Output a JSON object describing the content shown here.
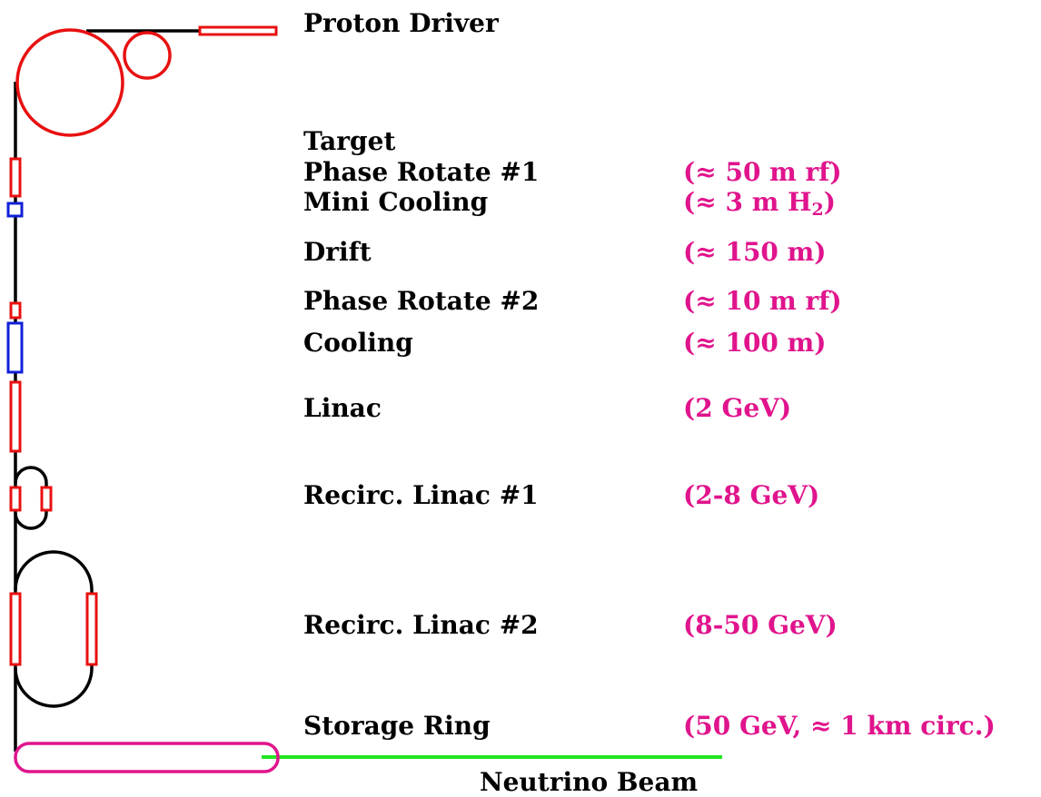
{
  "colors": {
    "beamline": "#000000",
    "rf": "#e81010",
    "cooling": "#1020d8",
    "storage_ring": "#e0148c",
    "neutrino_beam": "#22e622",
    "value_text": "#e0148c"
  },
  "labels": {
    "proton_driver": "Proton Driver",
    "target": "Target",
    "phase_rotate_1": "Phase Rotate #1",
    "mini_cooling": "Mini Cooling",
    "drift": "Drift",
    "phase_rotate_2": "Phase Rotate #2",
    "cooling": "Cooling",
    "linac": "Linac",
    "recirc_linac_1": "Recirc. Linac #1",
    "recirc_linac_2": "Recirc. Linac #2",
    "storage_ring": "Storage Ring",
    "neutrino_beam": "Neutrino Beam"
  },
  "values": {
    "phase_rotate_1": "(≈ 50 m rf)",
    "mini_cooling_pre": "(≈ 3 m H",
    "mini_cooling_sub": "2",
    "mini_cooling_post": ")",
    "drift": "(≈ 150 m)",
    "phase_rotate_2": "(≈ 10 m rf)",
    "cooling": "(≈ 100 m)",
    "linac": "(2 GeV)",
    "recirc_linac_1": "(2-8 GeV)",
    "recirc_linac_2": "(8-50 GeV)",
    "storage_ring": "(50 GeV, ≈ 1 km circ.)"
  }
}
